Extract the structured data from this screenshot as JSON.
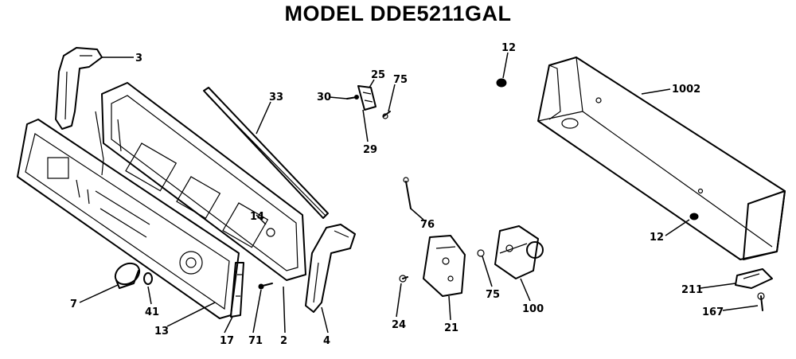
{
  "title": "MODEL DDE5211GAL",
  "labels": {
    "l3": "3",
    "l33": "33",
    "l30": "30",
    "l25": "25",
    "l75a": "75",
    "l29": "29",
    "l12a": "12",
    "l1002": "1002",
    "l12b": "12",
    "l76": "76",
    "l14": "14",
    "l7": "7",
    "l41": "41",
    "l13": "13",
    "l17": "17",
    "l71": "71",
    "l2": "2",
    "l4": "4",
    "l24": "24",
    "l21": "21",
    "l75b": "75",
    "l100": "100",
    "l211": "211",
    "l167": "167"
  }
}
